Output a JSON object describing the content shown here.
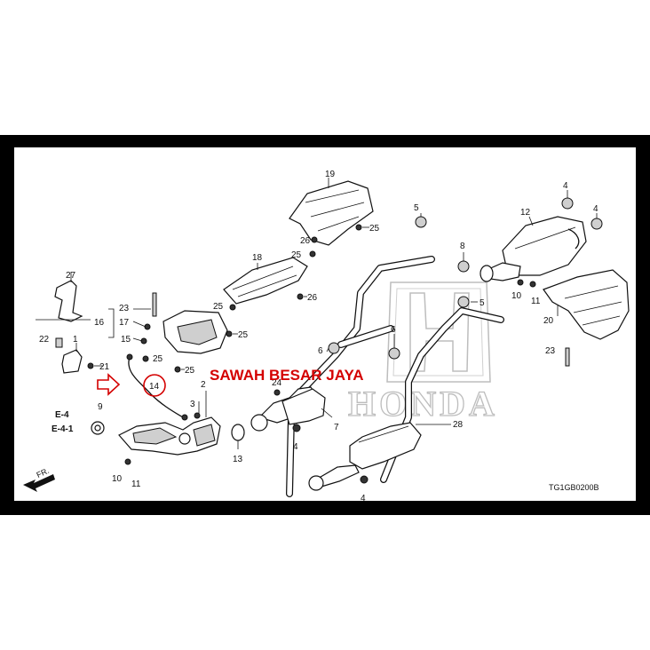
{
  "diagram": {
    "watermark": "SAWAH BESAR JAYA",
    "brand_logo_text": "HONDA",
    "drawing_code": "TG1GB0200B",
    "front_label": "FR.",
    "refs": {
      "e4": "E-4",
      "e41": "E-4-1"
    },
    "callouts": {
      "c1": "1",
      "c2": "2",
      "c3": "3",
      "c4a": "4",
      "c4b": "4",
      "c4c": "4",
      "c4d": "4",
      "c5a": "5",
      "c5b": "5",
      "c6a": "6",
      "c6b": "6",
      "c7": "7",
      "c8": "8",
      "c9": "9",
      "c10a": "10",
      "c10b": "10",
      "c11a": "11",
      "c11b": "11",
      "c12": "12",
      "c13": "13",
      "c14": "14",
      "c15": "15",
      "c16": "16",
      "c17": "17",
      "c18": "18",
      "c19": "19",
      "c20": "20",
      "c21": "21",
      "c22": "22",
      "c23a": "23",
      "c23b": "23",
      "c24": "24",
      "c25a": "25",
      "c25b": "25",
      "c25c": "25",
      "c25d": "25",
      "c25e": "25",
      "c25f": "25",
      "c26a": "26",
      "c26b": "26",
      "c27": "27",
      "c28": "28"
    },
    "highlight_color": "#d40000"
  }
}
